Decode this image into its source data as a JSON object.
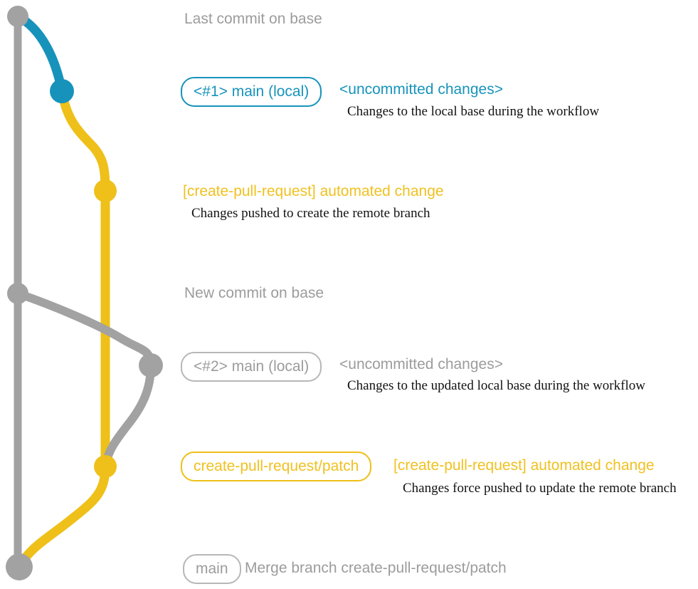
{
  "colors": {
    "gray": "#a2a2a2",
    "gray-text": "#9c9c9c",
    "gray-border": "#b7b7b7",
    "blue": "#1793bb",
    "yellow": "#eec019",
    "yellow-text": "#f0c120",
    "desc-text": "#121212"
  },
  "graph": {
    "branches": [
      {
        "name": "base",
        "color": "gray"
      },
      {
        "name": "main (local)",
        "colors": [
          "blue",
          "gray"
        ]
      },
      {
        "name": "create-pull-request/patch",
        "color": "yellow"
      }
    ],
    "commit_dots": [
      "last-commit-on-base",
      "main-local-1-uncommitted",
      "create-pull-request-automated-change-1",
      "new-commit-on-base",
      "main-local-2-uncommitted",
      "create-pull-request-automated-change-2",
      "merge-commit"
    ]
  },
  "annotations": {
    "last_commit": {
      "text": "Last commit on base"
    },
    "step1": {
      "badge": "<#1> main (local)",
      "status": "<uncommitted changes>",
      "description": "Changes to the local base during the workflow"
    },
    "step2": {
      "title": "[create-pull-request] automated change",
      "description": "Changes pushed to create the remote branch"
    },
    "new_commit": {
      "text": "New commit on base"
    },
    "step3": {
      "badge": "<#2> main (local)",
      "status": "<uncommitted changes>",
      "description": "Changes to the updated local base during the workflow"
    },
    "step4": {
      "badge": "create-pull-request/patch",
      "title": "[create-pull-request] automated change",
      "description": "Changes force pushed to update the remote branch"
    },
    "merge": {
      "badge": "main",
      "message": "Merge branch create-pull-request/patch"
    }
  }
}
